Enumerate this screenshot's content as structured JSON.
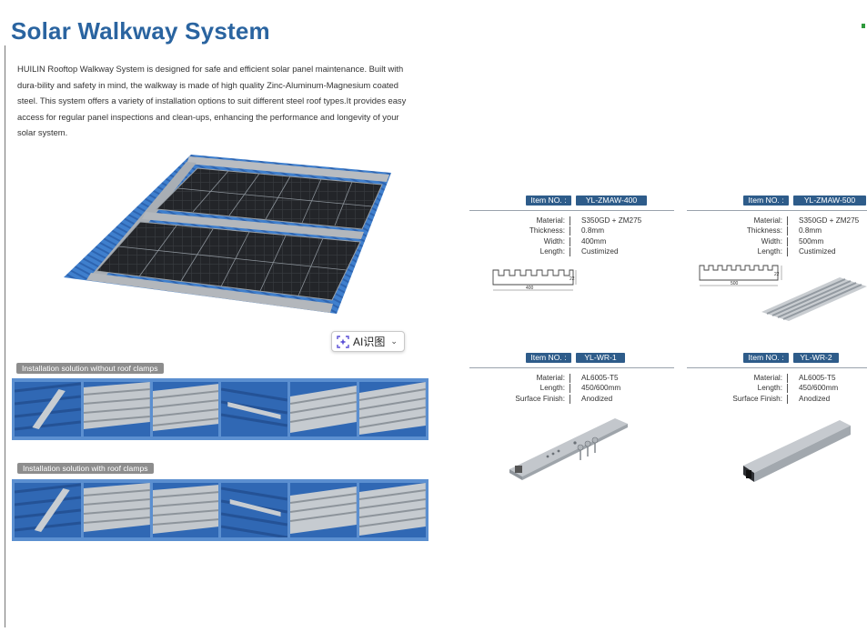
{
  "page": {
    "title": "Solar Walkway System",
    "intro": "HUILIN Rooftop Walkway System is designed for safe and efficient solar panel maintenance. Built with dura-bility and safety in mind, the walkway is made of high quality Zinc-Aluminum-Magnesium coated steel. This system offers a variety of installation options to suit different steel roof types.It provides easy access for regular panel inspections and clean-ups, enhancing the performance and longevity of your solar system."
  },
  "ai_chip": {
    "label": "AI识图"
  },
  "installation": [
    {
      "label": "Installation solution without roof clamps"
    },
    {
      "label": "Installation solution with roof clamps"
    }
  ],
  "products": [
    {
      "item_label": "Item NO. :",
      "code": "YL-ZMAW-400",
      "specs": [
        {
          "key": "Material:",
          "value": "S350GD + ZM275"
        },
        {
          "key": "Thickness:",
          "value": "0.8mm"
        },
        {
          "key": "Width:",
          "value": "400mm"
        },
        {
          "key": "Length:",
          "value": "Custimized"
        }
      ],
      "dim_width": "400",
      "dim_height": "22"
    },
    {
      "item_label": "Item NO. :",
      "code": "YL-ZMAW-500",
      "specs": [
        {
          "key": "Material:",
          "value": "S350GD + ZM275"
        },
        {
          "key": "Thickness:",
          "value": "0.8mm"
        },
        {
          "key": "Width:",
          "value": "500mm"
        },
        {
          "key": "Length:",
          "value": "Custimized"
        }
      ],
      "dim_width": "500",
      "dim_height": "22"
    },
    {
      "item_label": "Item NO. :",
      "code": "YL-WR-1",
      "specs": [
        {
          "key": "Material:",
          "value": "AL6005-T5"
        },
        {
          "key": "Length:",
          "value": "450/600mm"
        },
        {
          "key": "Surface Finish:",
          "value": "Anodized"
        }
      ]
    },
    {
      "item_label": "Item NO. :",
      "code": "YL-WR-2",
      "specs": [
        {
          "key": "Material:",
          "value": "AL6005-T5"
        },
        {
          "key": "Length:",
          "value": "450/600mm"
        },
        {
          "key": "Surface Finish:",
          "value": "Anodized"
        }
      ]
    }
  ],
  "colors": {
    "title": "#2a64a0",
    "item_badge": "#2e5c8a",
    "strip_bg": "#5b8fd0",
    "roof_blue": "#3a78c8"
  }
}
